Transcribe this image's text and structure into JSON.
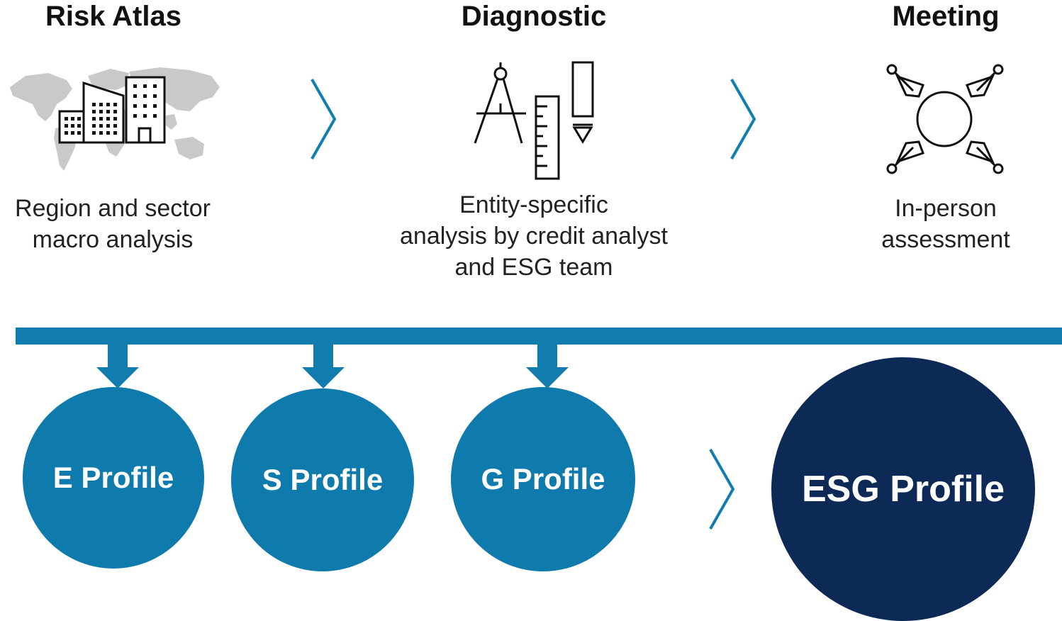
{
  "stages": [
    {
      "title": "Risk Atlas",
      "description": "Region and sector\nmacro analysis",
      "icon": "world-map-buildings-icon"
    },
    {
      "title": "Diagnostic",
      "description": "Entity-specific\nanalysis by credit analyst\nand ESG team",
      "icon": "compass-ruler-pencil-icon"
    },
    {
      "title": "Meeting",
      "description": "In-person\nassessment",
      "icon": "meeting-table-icon"
    }
  ],
  "profiles": [
    {
      "label": "E Profile"
    },
    {
      "label": "S Profile"
    },
    {
      "label": "G Profile"
    }
  ],
  "final_profile": {
    "label": "ESG Profile"
  },
  "colors": {
    "accent": "#117dae",
    "profile_circle": "#0f7aac",
    "final_circle": "#0d2a57",
    "map_gray": "#c8c8c8",
    "icon_stroke": "#111111"
  }
}
